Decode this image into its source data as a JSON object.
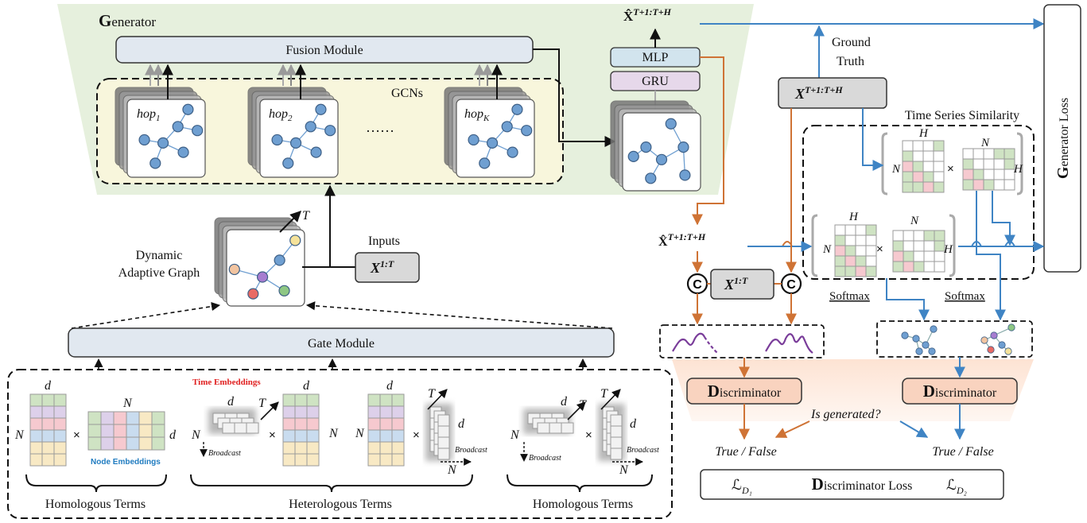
{
  "generator": {
    "title_initial": "G",
    "title_rest": "enerator",
    "fusion_module": "Fusion Module",
    "gcns_label": "GCNs",
    "hops": [
      {
        "base": "hop",
        "sub": "1"
      },
      {
        "base": "hop",
        "sub": "2"
      },
      {
        "base": "hop",
        "sub": "K"
      }
    ],
    "ellipsis": "……",
    "mlp": "MLP",
    "gru": "GRU",
    "output_base": "X̂",
    "output_sup": "T+1:T+H"
  },
  "dynamic_graph": {
    "label_line1": "Dynamic",
    "label_line2": "Adaptive Graph",
    "time_axis": "T",
    "inputs_label": "Inputs",
    "inputs_base": "X",
    "inputs_sup": "1:T"
  },
  "gate_module": "Gate Module",
  "terms": {
    "d": "d",
    "N": "N",
    "T": "T",
    "times": "×",
    "broadcast": "Broadcast",
    "time_embeddings": "Time Embeddings",
    "node_embeddings": "Node Embeddings",
    "homologous_left": "Homologous Terms",
    "heterologous": "Heterologous Terms",
    "homologous_right": "Homologous Terms"
  },
  "right": {
    "ground_truth_line1": "Ground",
    "ground_truth_line2": "Truth",
    "gt_base": "X",
    "gt_sup": "T+1:T+H",
    "similarity_title": "Time Series Similarity",
    "pred_base": "X̂",
    "pred_sup": "T+1:T+H",
    "concat_symbol": "C",
    "x_base": "X",
    "x_sup": "1:T",
    "softmax": "Softmax",
    "H": "H",
    "N": "N",
    "times": "×",
    "discriminator_initial": "D",
    "discriminator_rest": "iscriminator",
    "is_generated": "Is generated?",
    "true_false": "True / False",
    "loss_d1_base": "ℒ",
    "loss_d1_sub": "D₁",
    "loss_text_initial": "D",
    "loss_text_rest": "iscriminator Loss",
    "loss_d2_base": "ℒ",
    "loss_d2_sub": "D₂",
    "generator_loss_initial": "G",
    "generator_loss_rest": "enerator Loss"
  },
  "colors": {
    "generator_bg": "#e6f0dd",
    "gcn_bg": "#f8f6dc",
    "discriminator_bg": "#fde3d3",
    "disc_box": "#f9d3bf",
    "module_box": "#e1e8f0",
    "mlp_box": "#d2e4ee",
    "gru_box": "#e6d8ea",
    "gray_box": "#d9d9d9",
    "blue_arrow": "#3f84c4",
    "orange_arrow": "#cf7335",
    "node_blue": "#6f9fd1",
    "purple_wave": "#7a3d9a",
    "red_label": "#e02020",
    "blue_label": "#1f7bc0"
  }
}
